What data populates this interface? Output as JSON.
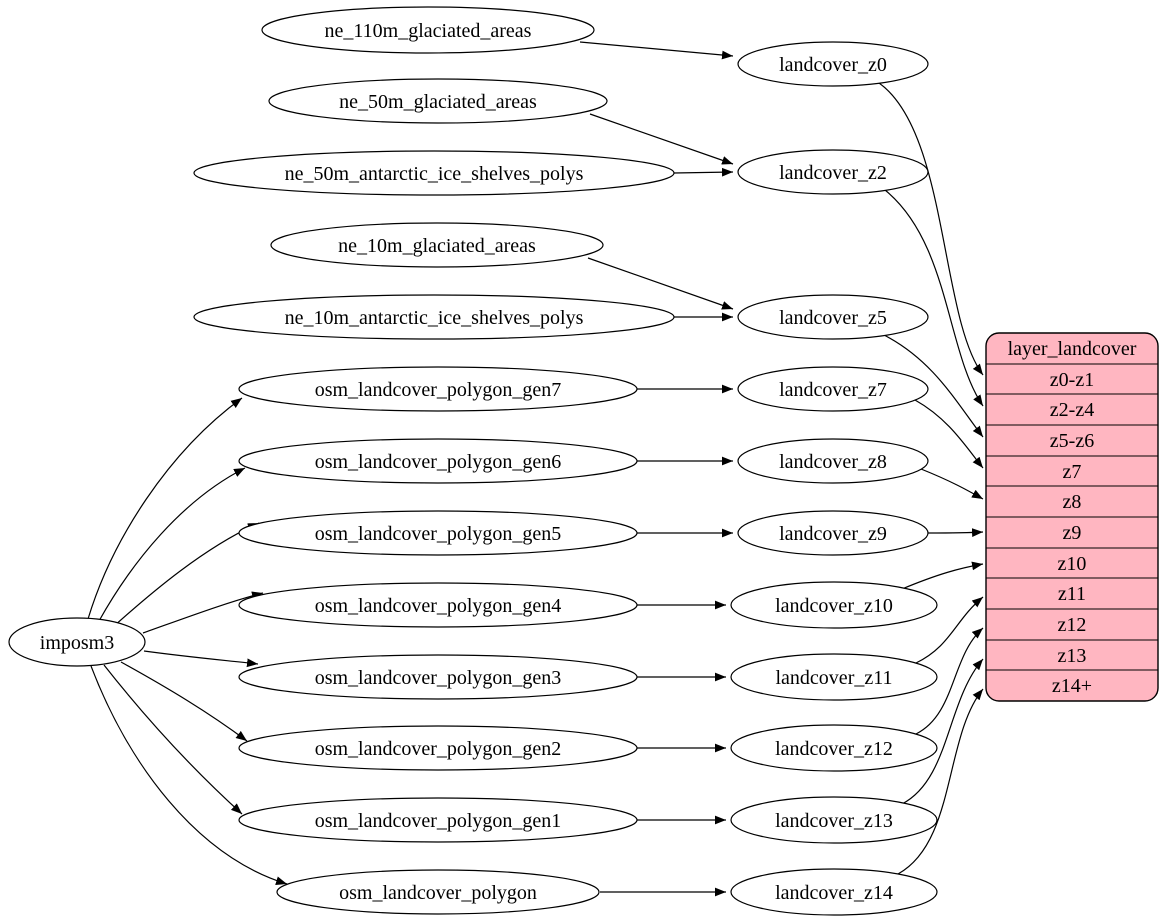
{
  "diagram": {
    "kind": "graphviz-dependency-digraph",
    "background": "#ffffff",
    "node_fill": "#ffffff",
    "node_stroke": "#000000",
    "edge_color": "#000000",
    "record_fill": "#ffb6c1"
  },
  "nodes": {
    "imposm3": "imposm3",
    "ne_110m_glaciated_areas": "ne_110m_glaciated_areas",
    "ne_50m_glaciated_areas": "ne_50m_glaciated_areas",
    "ne_50m_antarctic_ice_shelves_polys": "ne_50m_antarctic_ice_shelves_polys",
    "ne_10m_glaciated_areas": "ne_10m_glaciated_areas",
    "ne_10m_antarctic_ice_shelves_polys": "ne_10m_antarctic_ice_shelves_polys",
    "osm_landcover_polygon_gen7": "osm_landcover_polygon_gen7",
    "osm_landcover_polygon_gen6": "osm_landcover_polygon_gen6",
    "osm_landcover_polygon_gen5": "osm_landcover_polygon_gen5",
    "osm_landcover_polygon_gen4": "osm_landcover_polygon_gen4",
    "osm_landcover_polygon_gen3": "osm_landcover_polygon_gen3",
    "osm_landcover_polygon_gen2": "osm_landcover_polygon_gen2",
    "osm_landcover_polygon_gen1": "osm_landcover_polygon_gen1",
    "osm_landcover_polygon": "osm_landcover_polygon",
    "landcover_z0": "landcover_z0",
    "landcover_z2": "landcover_z2",
    "landcover_z5": "landcover_z5",
    "landcover_z7": "landcover_z7",
    "landcover_z8": "landcover_z8",
    "landcover_z9": "landcover_z9",
    "landcover_z10": "landcover_z10",
    "landcover_z11": "landcover_z11",
    "landcover_z12": "landcover_z12",
    "landcover_z13": "landcover_z13",
    "landcover_z14": "landcover_z14"
  },
  "record": {
    "title": "layer_landcover",
    "rows": [
      "z0-z1",
      "z2-z4",
      "z5-z6",
      "z7",
      "z8",
      "z9",
      "z10",
      "z11",
      "z12",
      "z13",
      "z14+"
    ]
  },
  "edges": [
    {
      "from": "imposm3",
      "to": "osm_landcover_polygon_gen7"
    },
    {
      "from": "imposm3",
      "to": "osm_landcover_polygon_gen6"
    },
    {
      "from": "imposm3",
      "to": "osm_landcover_polygon_gen5"
    },
    {
      "from": "imposm3",
      "to": "osm_landcover_polygon_gen4"
    },
    {
      "from": "imposm3",
      "to": "osm_landcover_polygon_gen3"
    },
    {
      "from": "imposm3",
      "to": "osm_landcover_polygon_gen2"
    },
    {
      "from": "imposm3",
      "to": "osm_landcover_polygon_gen1"
    },
    {
      "from": "imposm3",
      "to": "osm_landcover_polygon"
    },
    {
      "from": "ne_110m_glaciated_areas",
      "to": "landcover_z0"
    },
    {
      "from": "ne_50m_glaciated_areas",
      "to": "landcover_z2"
    },
    {
      "from": "ne_50m_antarctic_ice_shelves_polys",
      "to": "landcover_z2"
    },
    {
      "from": "ne_10m_glaciated_areas",
      "to": "landcover_z5"
    },
    {
      "from": "ne_10m_antarctic_ice_shelves_polys",
      "to": "landcover_z5"
    },
    {
      "from": "osm_landcover_polygon_gen7",
      "to": "landcover_z7"
    },
    {
      "from": "osm_landcover_polygon_gen6",
      "to": "landcover_z8"
    },
    {
      "from": "osm_landcover_polygon_gen5",
      "to": "landcover_z9"
    },
    {
      "from": "osm_landcover_polygon_gen4",
      "to": "landcover_z10"
    },
    {
      "from": "osm_landcover_polygon_gen3",
      "to": "landcover_z11"
    },
    {
      "from": "osm_landcover_polygon_gen2",
      "to": "landcover_z12"
    },
    {
      "from": "osm_landcover_polygon_gen1",
      "to": "landcover_z13"
    },
    {
      "from": "osm_landcover_polygon",
      "to": "landcover_z14"
    },
    {
      "from": "landcover_z0",
      "to": "layer_landcover:z0-z1"
    },
    {
      "from": "landcover_z2",
      "to": "layer_landcover:z2-z4"
    },
    {
      "from": "landcover_z5",
      "to": "layer_landcover:z5-z6"
    },
    {
      "from": "landcover_z7",
      "to": "layer_landcover:z7"
    },
    {
      "from": "landcover_z8",
      "to": "layer_landcover:z8"
    },
    {
      "from": "landcover_z9",
      "to": "layer_landcover:z9"
    },
    {
      "from": "landcover_z10",
      "to": "layer_landcover:z10"
    },
    {
      "from": "landcover_z11",
      "to": "layer_landcover:z11"
    },
    {
      "from": "landcover_z12",
      "to": "layer_landcover:z12"
    },
    {
      "from": "landcover_z13",
      "to": "layer_landcover:z13"
    },
    {
      "from": "landcover_z14",
      "to": "layer_landcover:z14+"
    }
  ]
}
